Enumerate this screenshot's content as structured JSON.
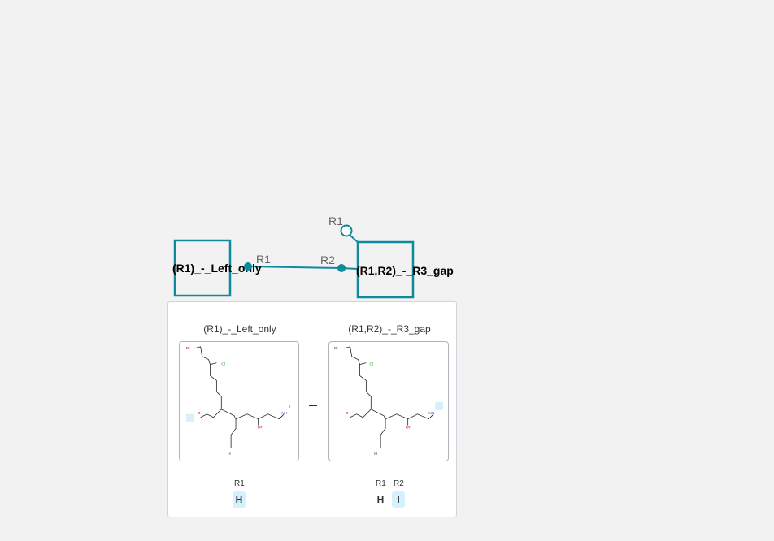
{
  "canvas": {
    "monomers": [
      {
        "label": "(R1)_-_Left_only"
      },
      {
        "label": "(R1,R2)_-_R3_gap"
      }
    ],
    "attachment_labels": {
      "left_r1": "R1",
      "right_r2": "R2",
      "right_r1": "R1"
    }
  },
  "preview": {
    "left": {
      "title": "(R1)_-_Left_only",
      "atoms": {
        "br": "Br",
        "cl": "Cl",
        "o": "O",
        "oh": "OH",
        "nh": "NH",
        "h": "H",
        "i": "I"
      },
      "attachments": [
        {
          "name": "R1",
          "value": "H",
          "highlighted": true
        }
      ]
    },
    "right": {
      "title": "(R1,R2)_-_R3_gap",
      "atoms": {
        "br": "Br",
        "cl": "Cl",
        "o": "O",
        "oh": "OH",
        "nh": "NH",
        "h": "H"
      },
      "attachments": [
        {
          "name": "R1",
          "value": "H",
          "highlighted": false
        },
        {
          "name": "R2",
          "value": "I",
          "highlighted": true
        }
      ]
    }
  },
  "colors": {
    "teal": "#0f8a9d",
    "bromine": "#a52a2a",
    "chlorine": "#1fa01f",
    "oxygen": "#d00000",
    "nitrogen": "#3050f8",
    "attachment_highlight": "#d6f1fb"
  }
}
